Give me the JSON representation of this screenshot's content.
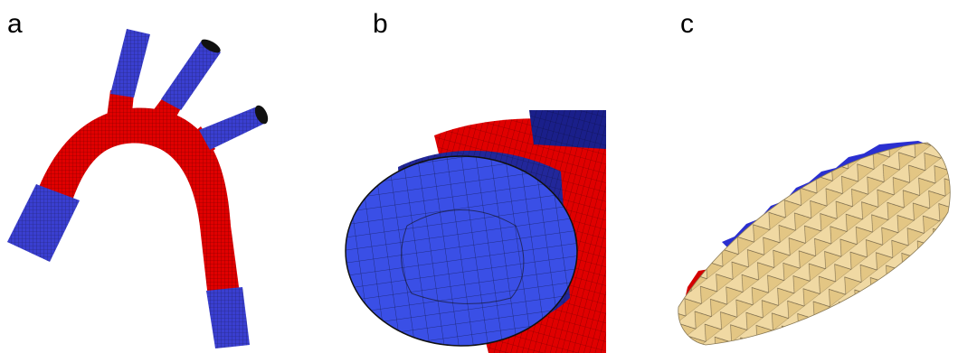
{
  "figure": {
    "panels": [
      {
        "label": "a",
        "content": "aortic-arch-mesh"
      },
      {
        "label": "b",
        "content": "vessel-inlet-mesh-closeup"
      },
      {
        "label": "c",
        "content": "hexahedral-element-slice"
      }
    ]
  },
  "colors": {
    "vessel_wall": "#e00000",
    "extension": "#3a3fd0",
    "element_fill": "#f0d9a3",
    "background": "#ffffff"
  }
}
